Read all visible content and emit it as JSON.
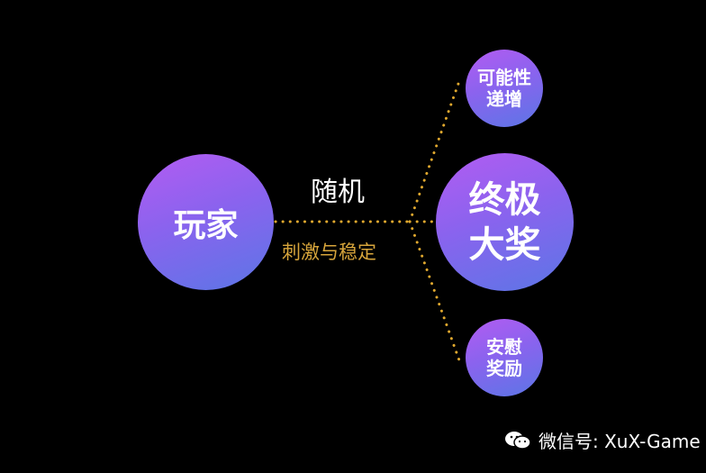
{
  "diagram": {
    "player": "玩家",
    "grand_prize": [
      "终极",
      "大奖"
    ],
    "top_node": [
      "可能性",
      "递增"
    ],
    "bottom_node": [
      "安慰",
      "奖励"
    ],
    "edge_top_label": "随机",
    "edge_bottom_label": "刺激与稳定"
  },
  "watermark": {
    "text": "微信号: XuX-Game"
  },
  "colors": {
    "background": "#000000",
    "dots": "#e0a82e",
    "accent_text": "#d7a53b"
  }
}
